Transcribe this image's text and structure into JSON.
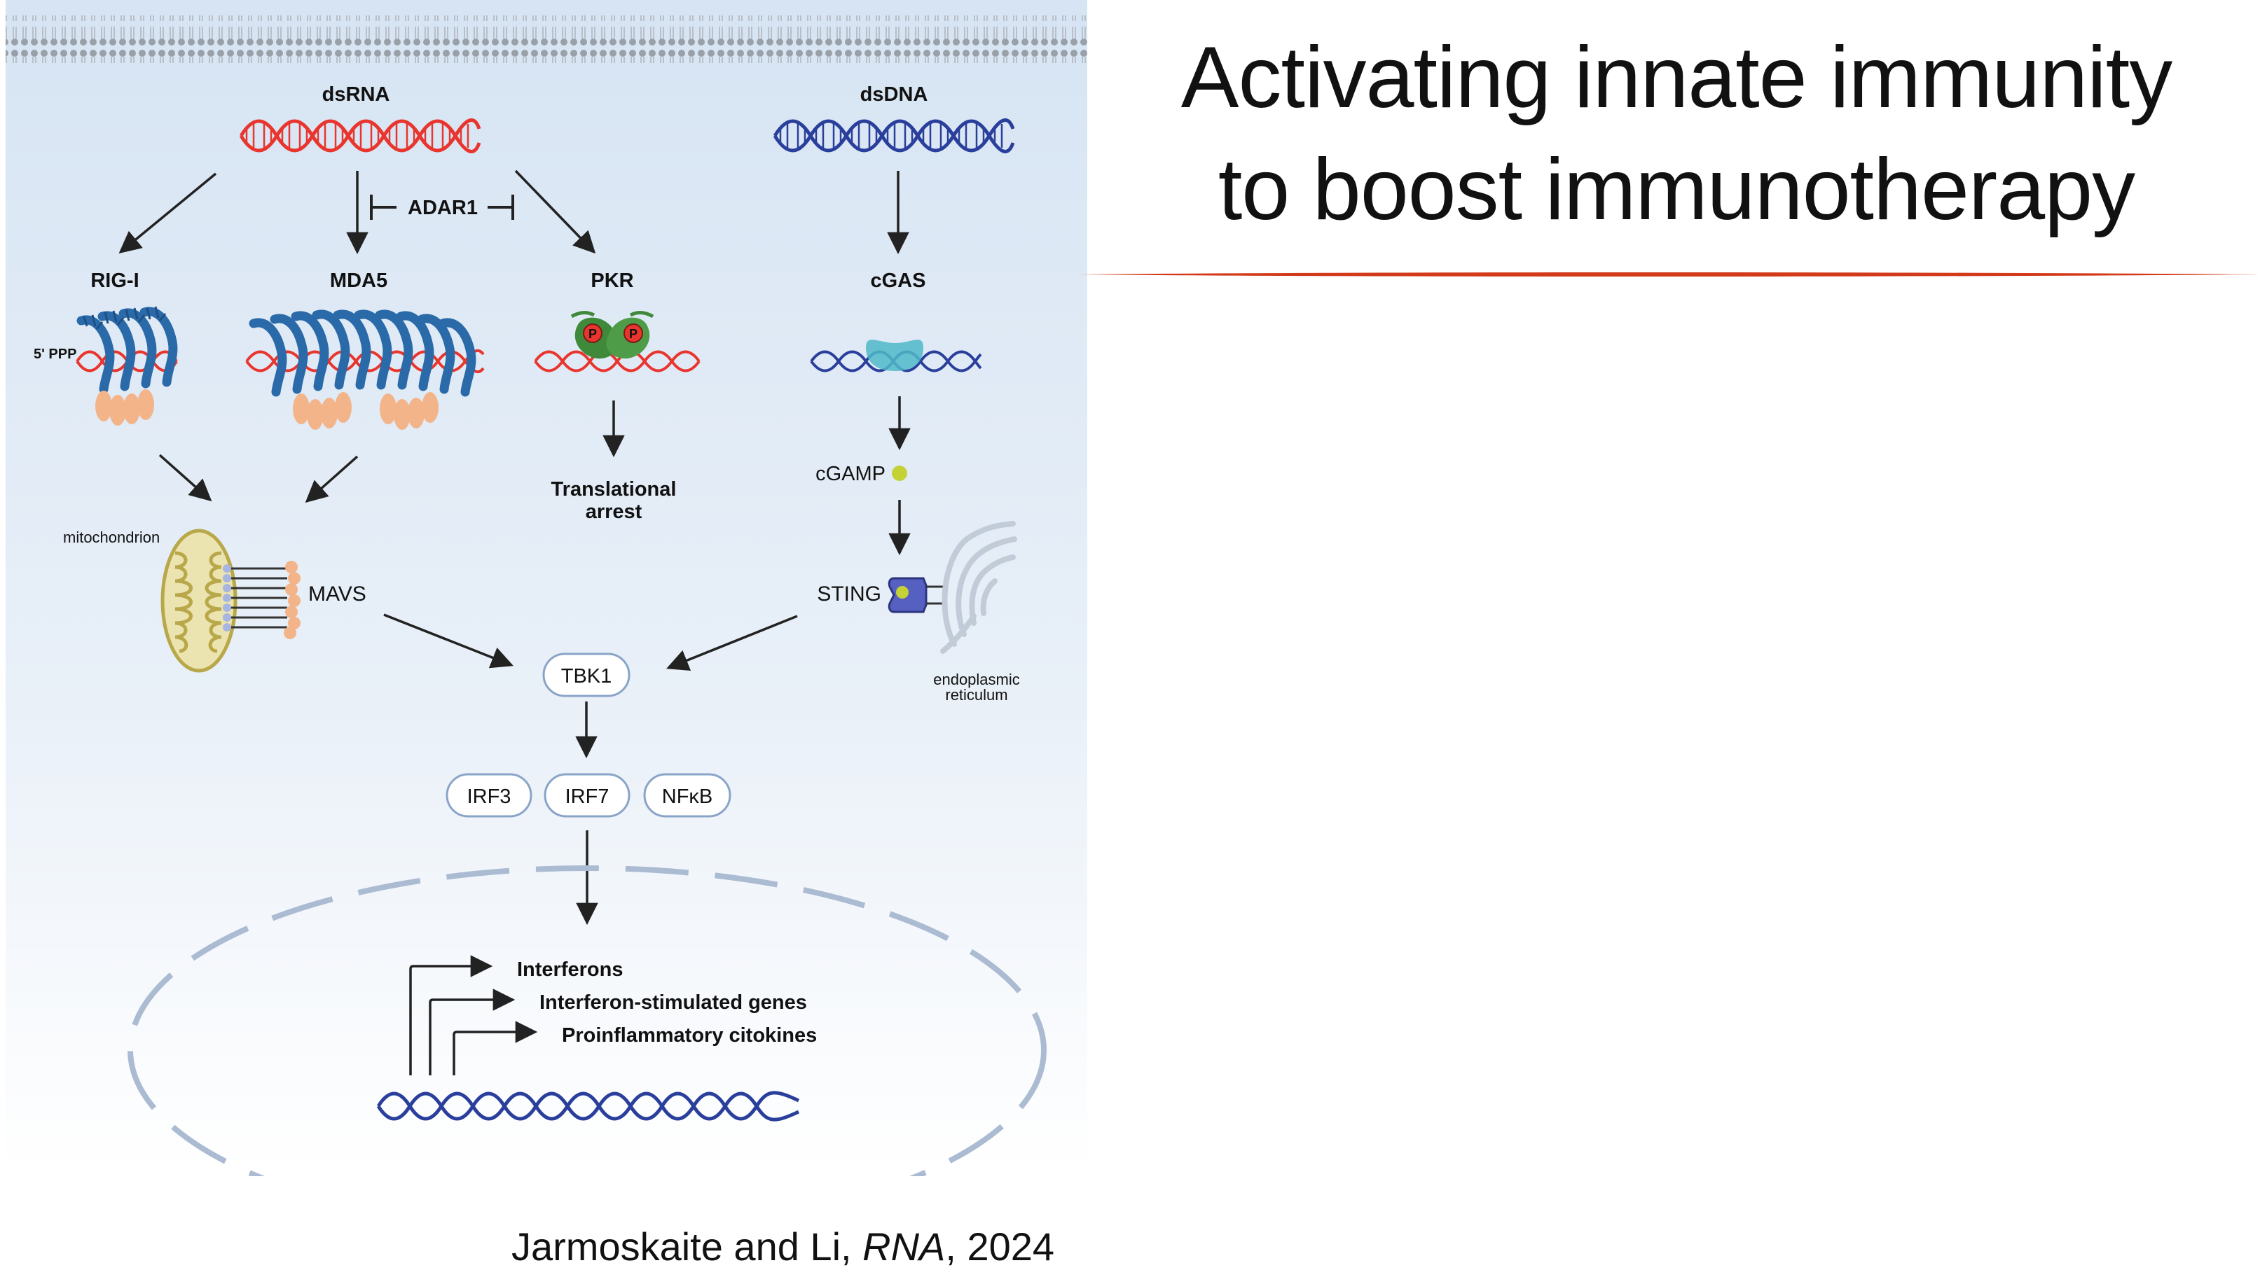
{
  "slide": {
    "title_line1": "Activating innate immunity",
    "title_line2": "to boost immunotherapy",
    "accent_color": "#d23a1a",
    "citation": {
      "authors": "Jarmoskaite and Li, ",
      "journal": "RNA",
      "year": ", 2024"
    }
  },
  "diagram": {
    "dsrna": "dsRNA",
    "dsdna": "dsDNA",
    "adar1": "ADAR1",
    "rigi": "RIG-I",
    "mda5": "MDA5",
    "pkr": "PKR",
    "cgas": "cGAS",
    "five_ppp": "5' PPP",
    "pkr_p1": "P",
    "pkr_p2": "P",
    "translational_1": "Translational",
    "translational_2": "arrest",
    "cgamp": "cGAMP",
    "mitochondrion": "mitochondrion",
    "mavs": "MAVS",
    "sting": "STING",
    "er_1": "endoplasmic",
    "er_2": "reticulum",
    "tbk1": "TBK1",
    "irf3": "IRF3",
    "irf7": "IRF7",
    "nfkb": "NFκB",
    "out_1": "Interferons",
    "out_2": "Interferon-stimulated genes",
    "out_3": "Proinflammatory citokines",
    "colors": {
      "rna": "#e8352d",
      "dna": "#2a3f9c",
      "helicase": "#2a6aa8",
      "card": "#f3b48a",
      "pkr_green": "#3f8a3a",
      "sting": "#5660c0",
      "cgamp": "#c5d235",
      "cgas": "#4fb8c8",
      "mito": "#d8c66a",
      "background_top": "#d8e6f4",
      "arrow": "#222222"
    }
  }
}
